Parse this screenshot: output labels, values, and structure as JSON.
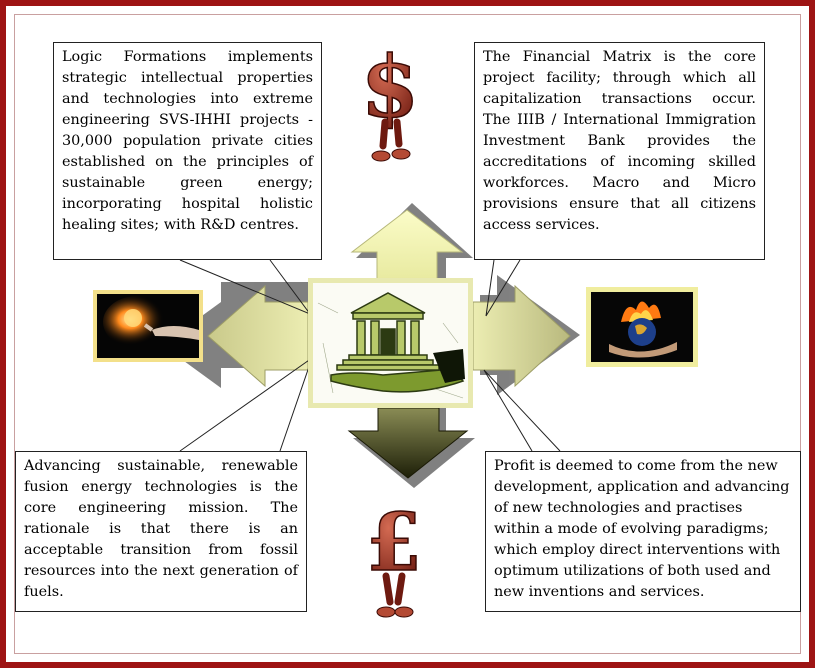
{
  "callouts": {
    "top_left": "Logic Formations implements strategic intellectual properties and technologies into extreme engineering SVS-IHHI projects - 30,000 population private cities established on the principles of sustainable green energy; incorporating hospital holistic healing sites; with R&D centres.",
    "top_right": "The Financial Matrix is the core project facility; through which all capitalization transactions occur. The IIIB / International Immigration Investment Bank provides the accreditations of incoming skilled workforces. Macro and Micro provisions ensure that all citizens access services.",
    "bottom_left": "Advancing sustainable, renewable fusion energy technologies is the core engineering mission. The rationale is that there is an acceptable transition from fossil resources into the next generation of fuels.",
    "bottom_right": "Profit is deemed to come from the new development, application and advancing of new technologies and practises within a mode of evolving paradigms; which employ direct interventions with optimum utilizations of both used and new inventions and services."
  },
  "icons": {
    "top": "dollar-sign-figure",
    "bottom": "pound-sign-figure",
    "center": "bank-building-on-hand",
    "left": "glowing-lightbulb-in-hand",
    "right": "burning-globe-in-hand"
  },
  "colors": {
    "frame": "#9e1414",
    "arrow_top": "#f6f7b8",
    "arrow_side": "#d9d98e",
    "arrow_bottom": "#2e3010",
    "currency": "#8f2e1e"
  }
}
